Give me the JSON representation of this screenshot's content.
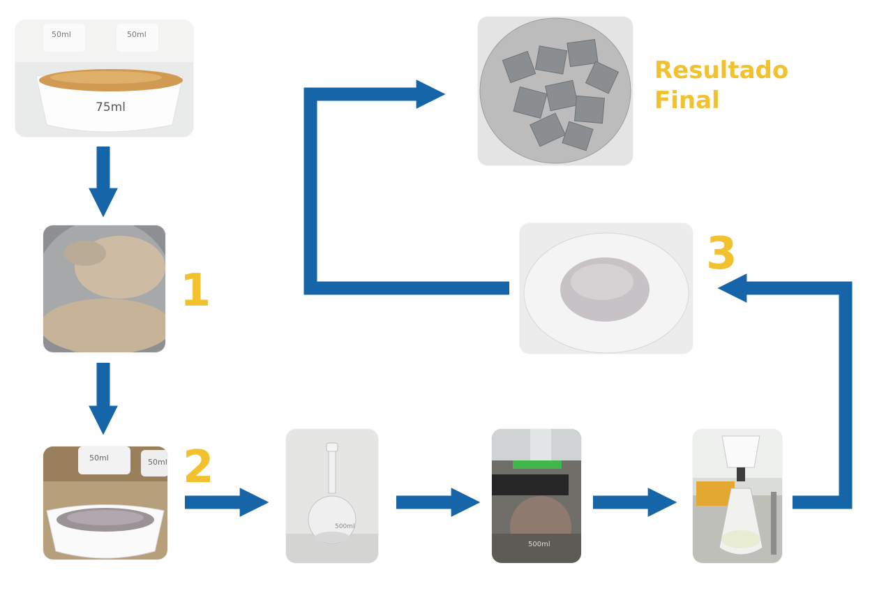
{
  "steps": {
    "step1": "1",
    "step2": "2",
    "step3": "3"
  },
  "final_result": {
    "line1": "Resultado",
    "line2": "Final"
  },
  "photo_labels": {
    "crucible_top": "75ml",
    "crucible_bg_left": "50ml",
    "crucible_bg_right": "50ml",
    "crucible_step2_left": "50ml",
    "crucible_step2_right": "50ml",
    "flask_volume": "500ml",
    "beaker_volume": "500ml"
  },
  "colors": {
    "arrow": "#1565a8",
    "step_number": "#f2c12e",
    "background": "#ffffff"
  }
}
